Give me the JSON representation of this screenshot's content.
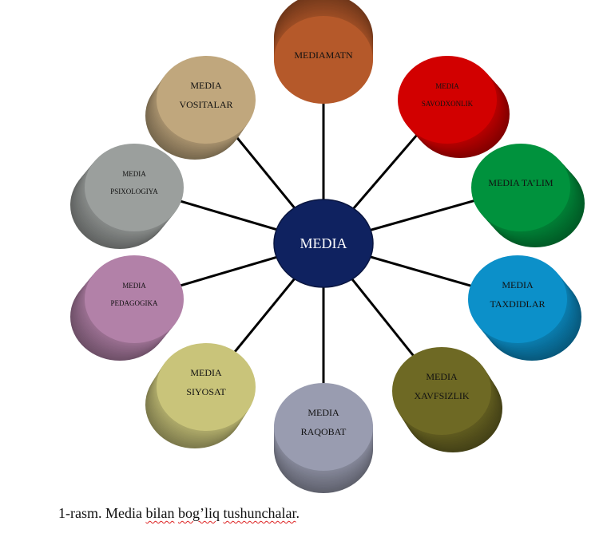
{
  "center": {
    "label": "MEDIA",
    "color": "#0f2260"
  },
  "nodes": [
    {
      "lines": [
        "MEDIAMATN"
      ],
      "color": "#b5592a",
      "small": false
    },
    {
      "lines": [
        "MEDIA",
        "SAVODXONLIK"
      ],
      "color": "#d20000",
      "small": true
    },
    {
      "lines": [
        "MEDIA TA’LIM"
      ],
      "color": "#00923d",
      "small": false
    },
    {
      "lines": [
        "MEDIA",
        "TAXDIDLAR"
      ],
      "color": "#0c90c9",
      "small": false
    },
    {
      "lines": [
        "MEDIA",
        "XAVFSIZLIK"
      ],
      "color": "#6e6924",
      "small": false
    },
    {
      "lines": [
        "MEDIA",
        "RAQOBAT"
      ],
      "color": "#999cb0",
      "small": false
    },
    {
      "lines": [
        "MEDIA",
        "SIYOSAT"
      ],
      "color": "#c9c47a",
      "small": false
    },
    {
      "lines": [
        "MEDIA",
        "PEDAGOGIKA"
      ],
      "color": "#b281a8",
      "small": true
    },
    {
      "lines": [
        "MEDIA",
        "PSIXOLOGIYA"
      ],
      "color": "#9b9f9d",
      "small": true
    },
    {
      "lines": [
        "MEDIA",
        "VOSITALAR"
      ],
      "color": "#c0a77d",
      "small": false
    }
  ],
  "caption": {
    "prefix": "1-rasm. Media ",
    "w1": "bilan",
    "w2": "bog’liq",
    "w3": "tushunchalar",
    "end": "."
  }
}
